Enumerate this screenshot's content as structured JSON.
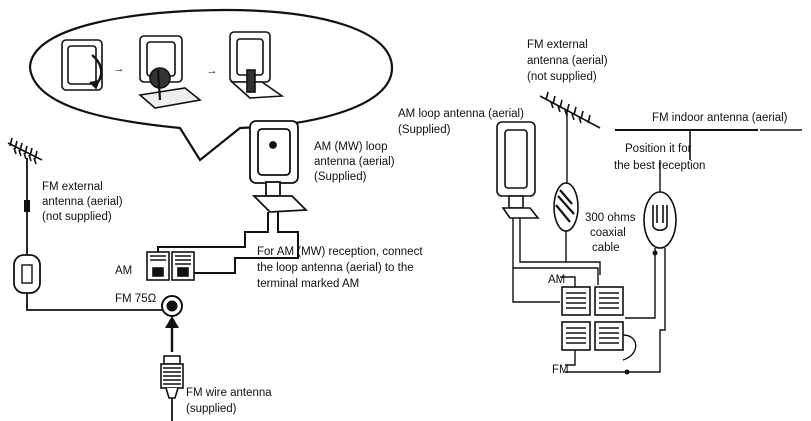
{
  "left": {
    "fm_external": [
      "FM external",
      "antenna (aerial)",
      "(not supplied)"
    ],
    "am_mw_loop": [
      "AM (MW) loop",
      "antenna (aerial)",
      "(Supplied)"
    ],
    "am_label": "AM",
    "fm75_label": "FM 75Ω",
    "am_note": [
      "For AM (MW) reception, connect",
      "the loop antenna (aerial) to the",
      "terminal marked AM"
    ],
    "fm_wire": [
      "FM wire antenna",
      "(supplied)"
    ]
  },
  "right": {
    "fm_external": [
      "FM external",
      "antenna (aerial)",
      "(not supplied)"
    ],
    "am_loop": [
      "AM loop antenna (aerial)",
      "(Supplied)"
    ],
    "fm_indoor": "FM indoor antenna (aerial)",
    "position": [
      "Position it for",
      "the best reception"
    ],
    "coax": [
      "300 ohms",
      "coaxial",
      "cable"
    ],
    "am_label": "AM",
    "fm_label": "FM"
  }
}
